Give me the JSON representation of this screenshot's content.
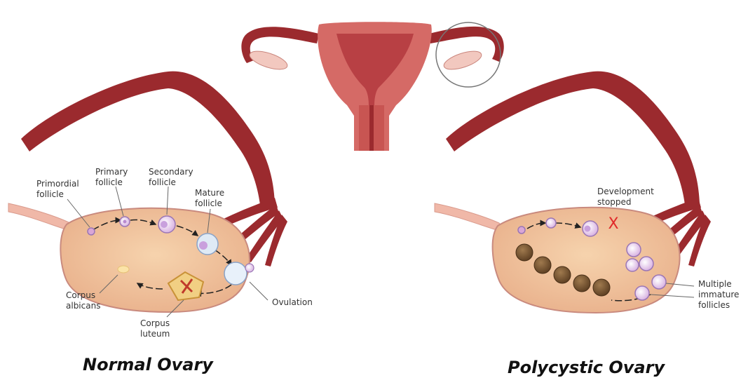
{
  "labels": {
    "primordial_follicle": "Primordial\nfollicle",
    "primary_follicle": "Primary\nfollicle",
    "secondary_follicle": "Secondary\nfollicle",
    "mature_follicle": "Mature\nfollicle",
    "corpus_albicans": "Corpus\nalbicans",
    "corpus_luteum": "Corpus\nluteum",
    "ovulation": "Ovulation",
    "development_stopped": "Development\nstopped",
    "stop_mark": "X",
    "multiple_immature_follicles": "Multiple\nimmature\nfollicles"
  },
  "titles": {
    "normal": "Normal Ovary",
    "polycystic": "Polycystic Ovary"
  },
  "colors": {
    "tube": "#9b2a2e",
    "tube_dark": "#7a1d22",
    "uterus_outer": "#d56a66",
    "uterus_inner": "#b84044",
    "ovary_fill": "#f3c79d",
    "ovary_stroke": "#c98a7e",
    "ligament": "#f0b8a8",
    "follicle": "#e7c9e6",
    "follicle_stroke": "#9a76b5",
    "cyst": "#7d5a36",
    "stop_mark": "#e02a2a"
  }
}
